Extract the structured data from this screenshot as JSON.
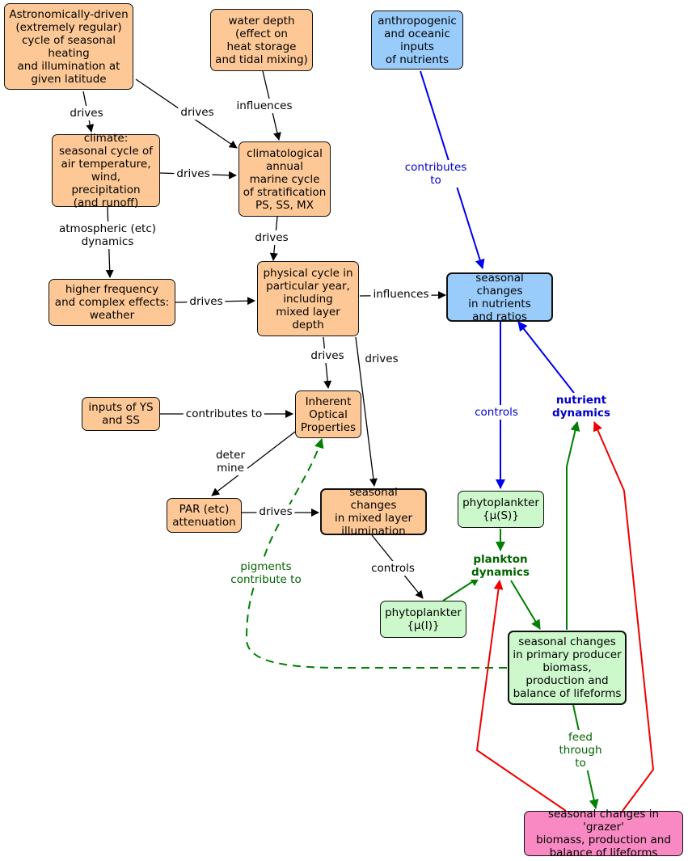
{
  "nodes": {
    "astro": "Astronomically-driven\n(extremely regular)\ncycle of seasonal\nheating\nand illumination at\ngiven latitude",
    "water_depth": "water depth\n(effect on\nheat storage\nand tidal mixing)",
    "anthro": "anthropogenic\nand oceanic\ninputs\nof nutrients",
    "climate": "climate:\nseasonal cycle of\nair temperature,\nwind, precipitation\n(and runoff)",
    "clim_cycle": "climatological\nannual\nmarine cycle\nof stratification\nPS, SS, MX",
    "higher_freq": "higher frequency\nand complex effects:\nweather",
    "phys_cycle": "physical cycle in\nparticular year,\nincluding\nmixed layer\ndepth",
    "seasonal_nutrients": "seasonal changes\nin nutrients\nand ratios",
    "inputs_ys": "inputs of YS\nand SS",
    "iop": "Inherent\nOptical\nProperties",
    "par": "PAR (etc)\nattenuation",
    "mixed_illum": "seasonal changes\nin mixed layer\nillumination",
    "phyto_s": "phytoplankter\n{μ(S)}",
    "phyto_i": "phytoplankter\n{μ(I)}",
    "primary": "seasonal changes\nin primary producer\nbiomass,\nproduction and\nbalance of lifeforms",
    "grazer": "seasonal changes in 'grazer'\nbiomass, production and\nbalance of lifeforms"
  },
  "hubs": {
    "nutrient_dynamics": "nutrient\ndynamics",
    "plankton_dynamics": "plankton\ndynamics"
  },
  "edge_labels": {
    "astro_climate": "drives",
    "astro_clim_cycle": "drives",
    "water_influences": "influences",
    "anthro_contributes": "contributes\nto",
    "climate_drives": "drives",
    "climate_atmospheric": "atmospheric (etc)\ndynamics",
    "clim_cycle_drives": "drives",
    "higher_freq_drives": "drives",
    "phys_influences": "influences",
    "phys_iop_drives": "drives",
    "phys_illum_drives": "drives",
    "inputs_contributes": "contributes to",
    "iop_determine": "deter\nmine",
    "par_drives": "drives",
    "illum_controls": "controls",
    "nutrients_controls": "controls",
    "pigments": "pigments\ncontribute to",
    "feed_through": "feed\nthrough\nto"
  },
  "colors": {
    "orange": "#fdc896",
    "blue": "#99ccfb",
    "green": "#ccf8cc",
    "pink": "#f989c2",
    "blue_text": "#0000cc",
    "green_text": "#006400",
    "red_arrow": "#ee0000"
  }
}
